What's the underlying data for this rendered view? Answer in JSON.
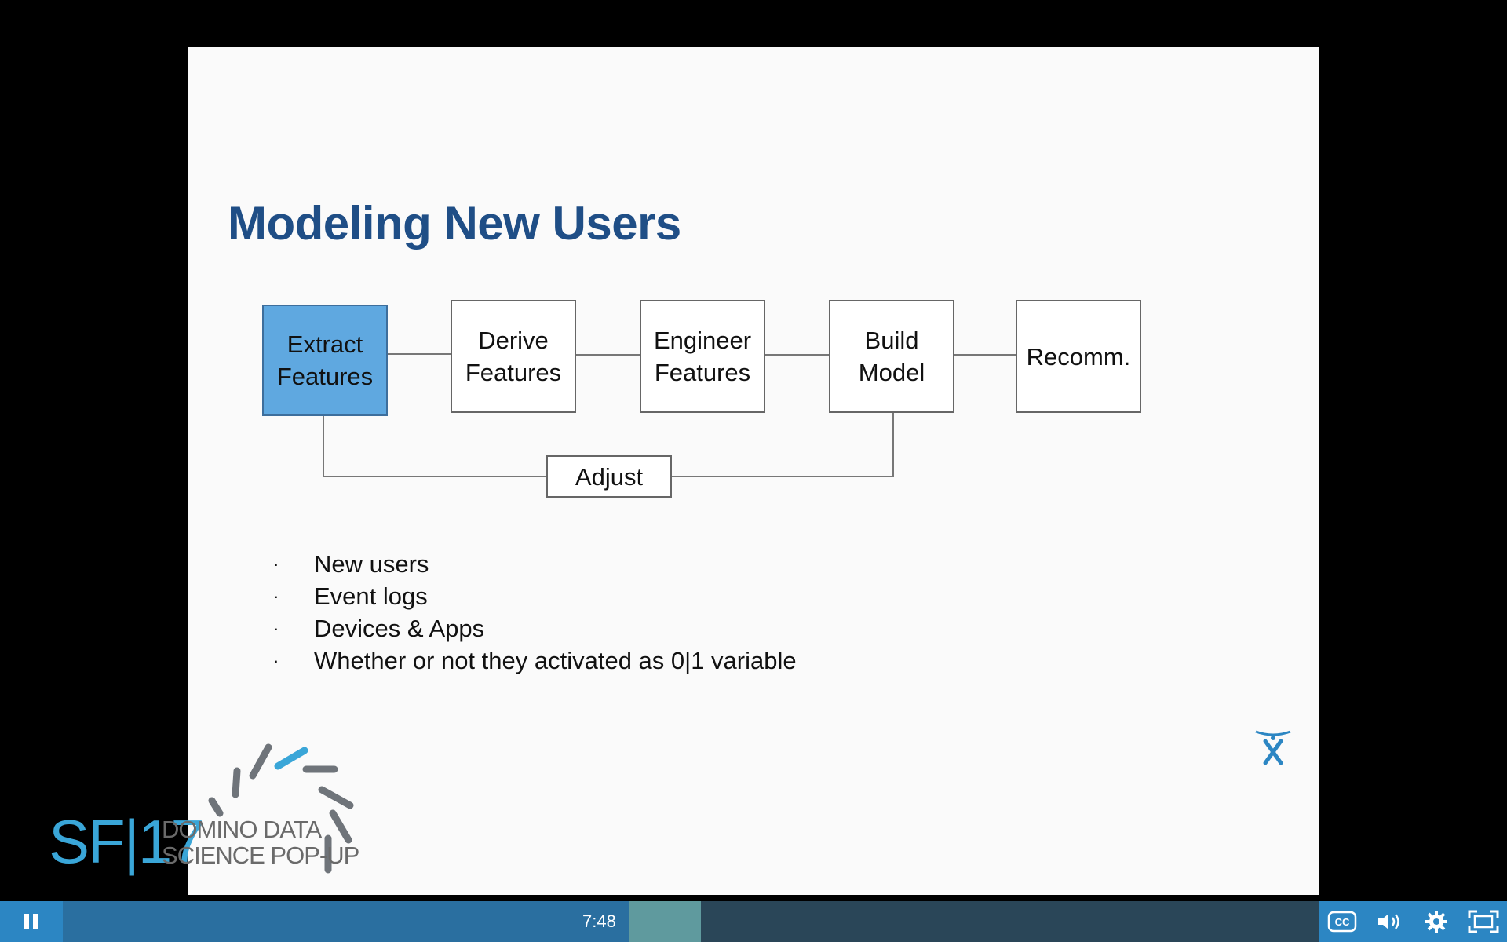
{
  "slide": {
    "title": "Modeling New Users",
    "flow": {
      "extract": [
        "Extract",
        "Features"
      ],
      "derive": [
        "Derive",
        "Features"
      ],
      "engineer": [
        "Engineer",
        "Features"
      ],
      "build": [
        "Build",
        "Model"
      ],
      "recomm": "Recomm.",
      "adjust": "Adjust"
    },
    "bullets": [
      "New users",
      "Event logs",
      "Devices & Apps",
      "Whether or not they activated as 0|1 variable"
    ],
    "bullet_glyph": "·"
  },
  "branding": {
    "event": "SF|17",
    "line1": "DOMINO DATA",
    "line2": "SCIENCE POP-UP"
  },
  "player": {
    "time": "7:48",
    "progress_fraction": 0.417,
    "buffered_fraction": 0.465,
    "controls": [
      "pause-icon",
      "cc-icon",
      "volume-icon",
      "gear-icon",
      "fullscreen-icon"
    ],
    "colors": {
      "accent": "#2c86c3",
      "played": "#2a6fa0",
      "buffered": "#5f9a9e",
      "track": "#2a4658"
    }
  },
  "colors": {
    "title": "#1f4e86",
    "highlight_box": "#5fa8e0",
    "brand_blue": "#3aa6d8"
  }
}
